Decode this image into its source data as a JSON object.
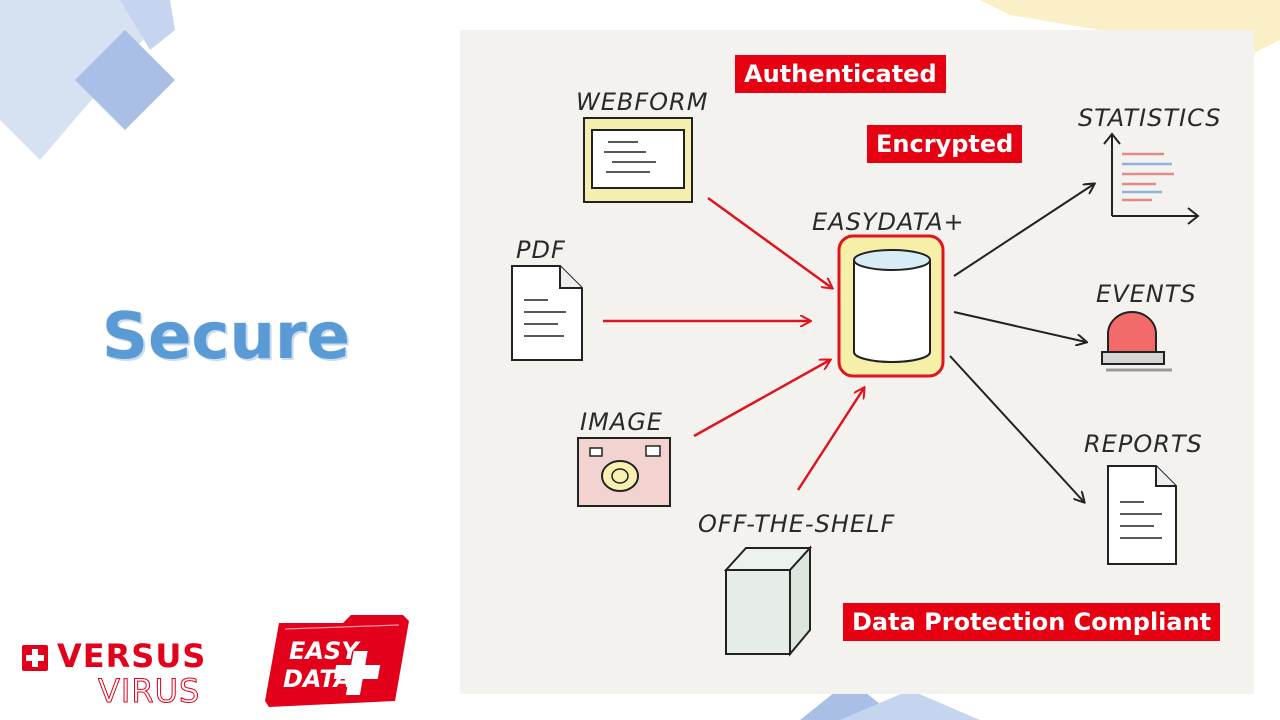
{
  "slide": {
    "title": "Secure"
  },
  "diagram": {
    "center_label": "EASYDATA+",
    "sources": [
      {
        "label": "WEBFORM"
      },
      {
        "label": "PDF"
      },
      {
        "label": "IMAGE"
      },
      {
        "label": "OFF-THE-SHELF"
      }
    ],
    "outputs": [
      {
        "label": "STATISTICS"
      },
      {
        "label": "EVENTS"
      },
      {
        "label": "REPORTS"
      }
    ],
    "tags": {
      "authenticated": "Authenticated",
      "encrypted": "Encrypted",
      "compliant": "Data Protection Compliant"
    },
    "colors": {
      "accent_red": "#e60012",
      "title_blue": "#5b9bd5",
      "panel_bg": "#f3f2ef"
    }
  },
  "logos": {
    "versus_top": "VERSUS",
    "versus_bottom": "VIRUS",
    "easy_line1": "EASY",
    "easy_line2": "DATA"
  }
}
